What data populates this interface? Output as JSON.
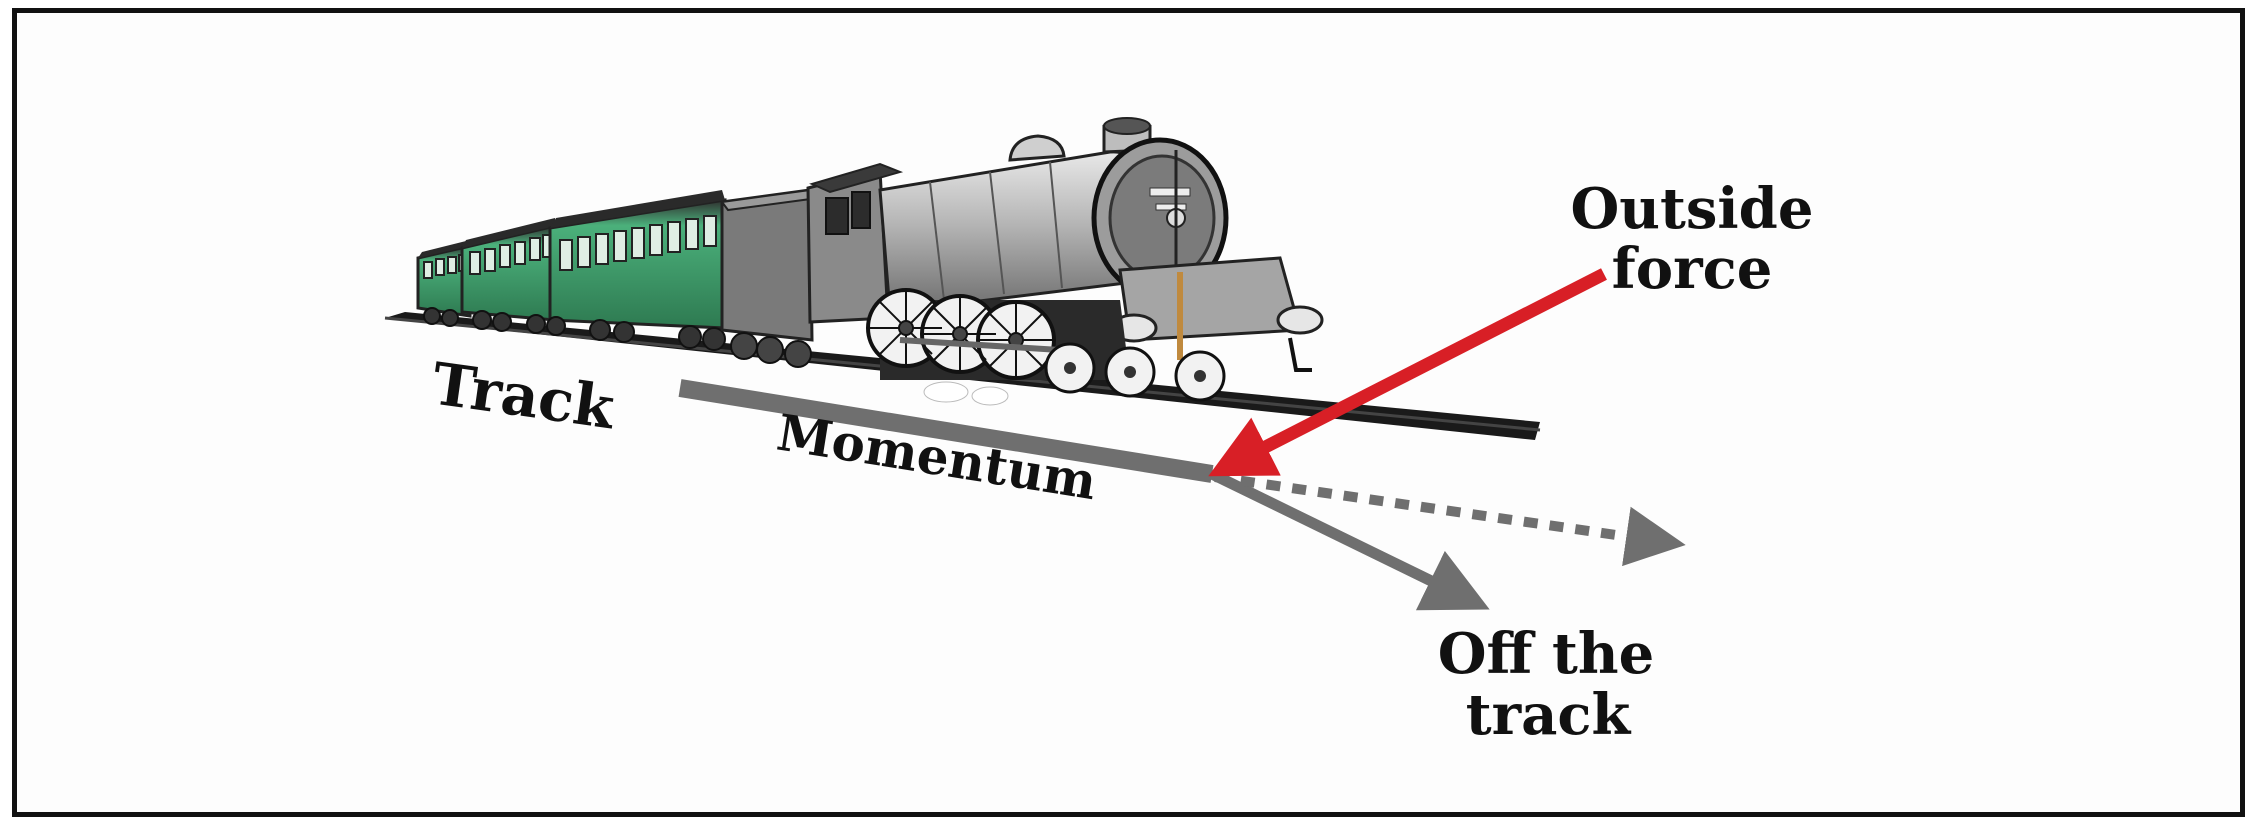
{
  "labels": {
    "track": "Track",
    "momentum": "Momentum",
    "outside_force_line1": "Outside",
    "outside_force_line2": "force",
    "off_track_line1": "Off the",
    "off_track_line2": "track"
  },
  "colors": {
    "frame": "#111111",
    "momentum_arrow": "#6f6f6f",
    "force_arrow": "#d81f26",
    "coach_green": "#3e9a68",
    "engine_gray": "#8c8c8c",
    "rail": "#1a1a1a"
  },
  "icons": {
    "train": "steam-locomotive-with-coaches",
    "force": "red-arrow",
    "momentum": "gray-arrow",
    "deflected_path": "gray-arrow",
    "original_path": "dashed-gray-arrow"
  }
}
